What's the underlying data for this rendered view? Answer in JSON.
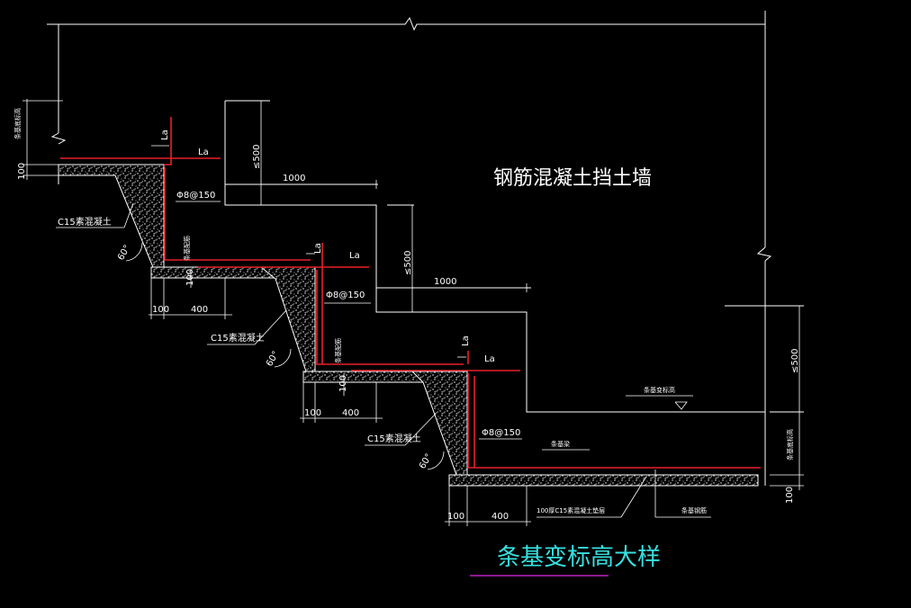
{
  "drawing": {
    "wall_label": "钢筋混凝土挡土墙",
    "title": "条基变标高大样",
    "colors": {
      "background": "#000000",
      "lines": "#ffffff",
      "rebar": "#e8202a",
      "title": "#36e0e0",
      "underline": "#c020c0"
    },
    "steps": [
      {
        "dim_1000": "1000",
        "dim_500": "≤500",
        "dim_100": "100",
        "dim_400": "400",
        "dim_100_v": "100",
        "rebar": "Φ8@150",
        "la_v": "La",
        "la_h": "La",
        "concrete": "C15素混凝土",
        "angle": "60°",
        "vertical_note": "条基配筋"
      },
      {
        "dim_1000": "1000",
        "dim_500": "≤500",
        "dim_100": "100",
        "dim_400": "400",
        "dim_100_v": "100",
        "rebar": "Φ8@150",
        "la_v": "La",
        "la_h": "La",
        "concrete": "C15素混凝土",
        "angle": "60°",
        "vertical_note": "条基配筋"
      },
      {
        "dim_100": "100",
        "dim_400": "400",
        "rebar": "Φ8@150",
        "la_v": "La",
        "la_h": "La",
        "concrete": "C15素混凝土",
        "angle": "60°"
      }
    ],
    "top_left_note": "条基底标高",
    "left_dim_100": "100",
    "right_dim_500": "≤500",
    "right_dim_100": "100",
    "right_note": "条基底标高",
    "floor_label": "条基变标高",
    "beam_label": "条基梁",
    "cushion_label": "100厚C15素混凝土垫层",
    "rebar_label": "条基钢筋"
  }
}
